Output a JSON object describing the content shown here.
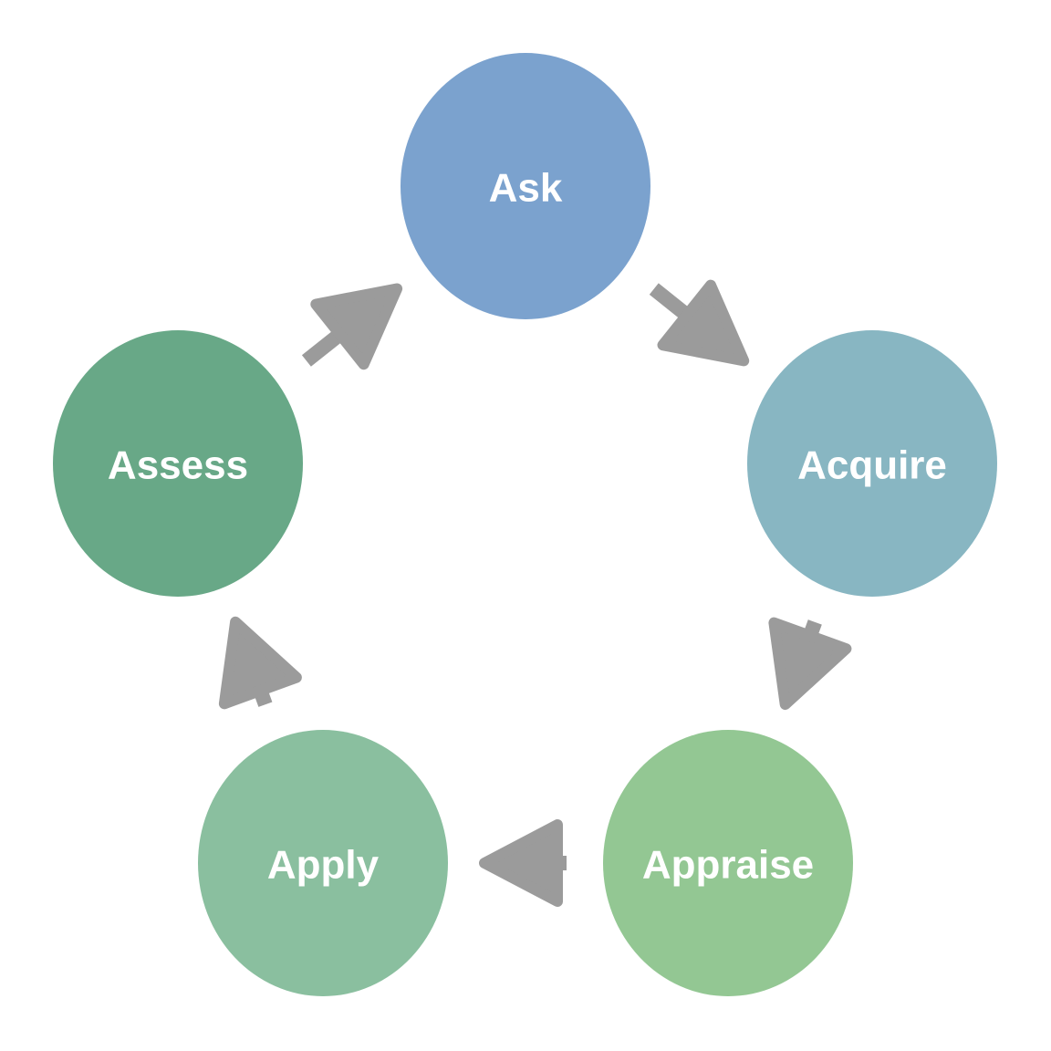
{
  "diagram": {
    "type": "cycle",
    "arrow_color": "#9b9b9b",
    "nodes": [
      {
        "id": "ask",
        "label": "Ask",
        "color": "#7ba2ce"
      },
      {
        "id": "acquire",
        "label": "Acquire",
        "color": "#88b6c2"
      },
      {
        "id": "appraise",
        "label": "Appraise",
        "color": "#93c793"
      },
      {
        "id": "apply",
        "label": "Apply",
        "color": "#8abf9f"
      },
      {
        "id": "assess",
        "label": "Assess",
        "color": "#68a887"
      }
    ],
    "edges": [
      {
        "from": "ask",
        "to": "acquire"
      },
      {
        "from": "acquire",
        "to": "appraise"
      },
      {
        "from": "appraise",
        "to": "apply"
      },
      {
        "from": "apply",
        "to": "assess"
      },
      {
        "from": "assess",
        "to": "ask"
      }
    ]
  }
}
